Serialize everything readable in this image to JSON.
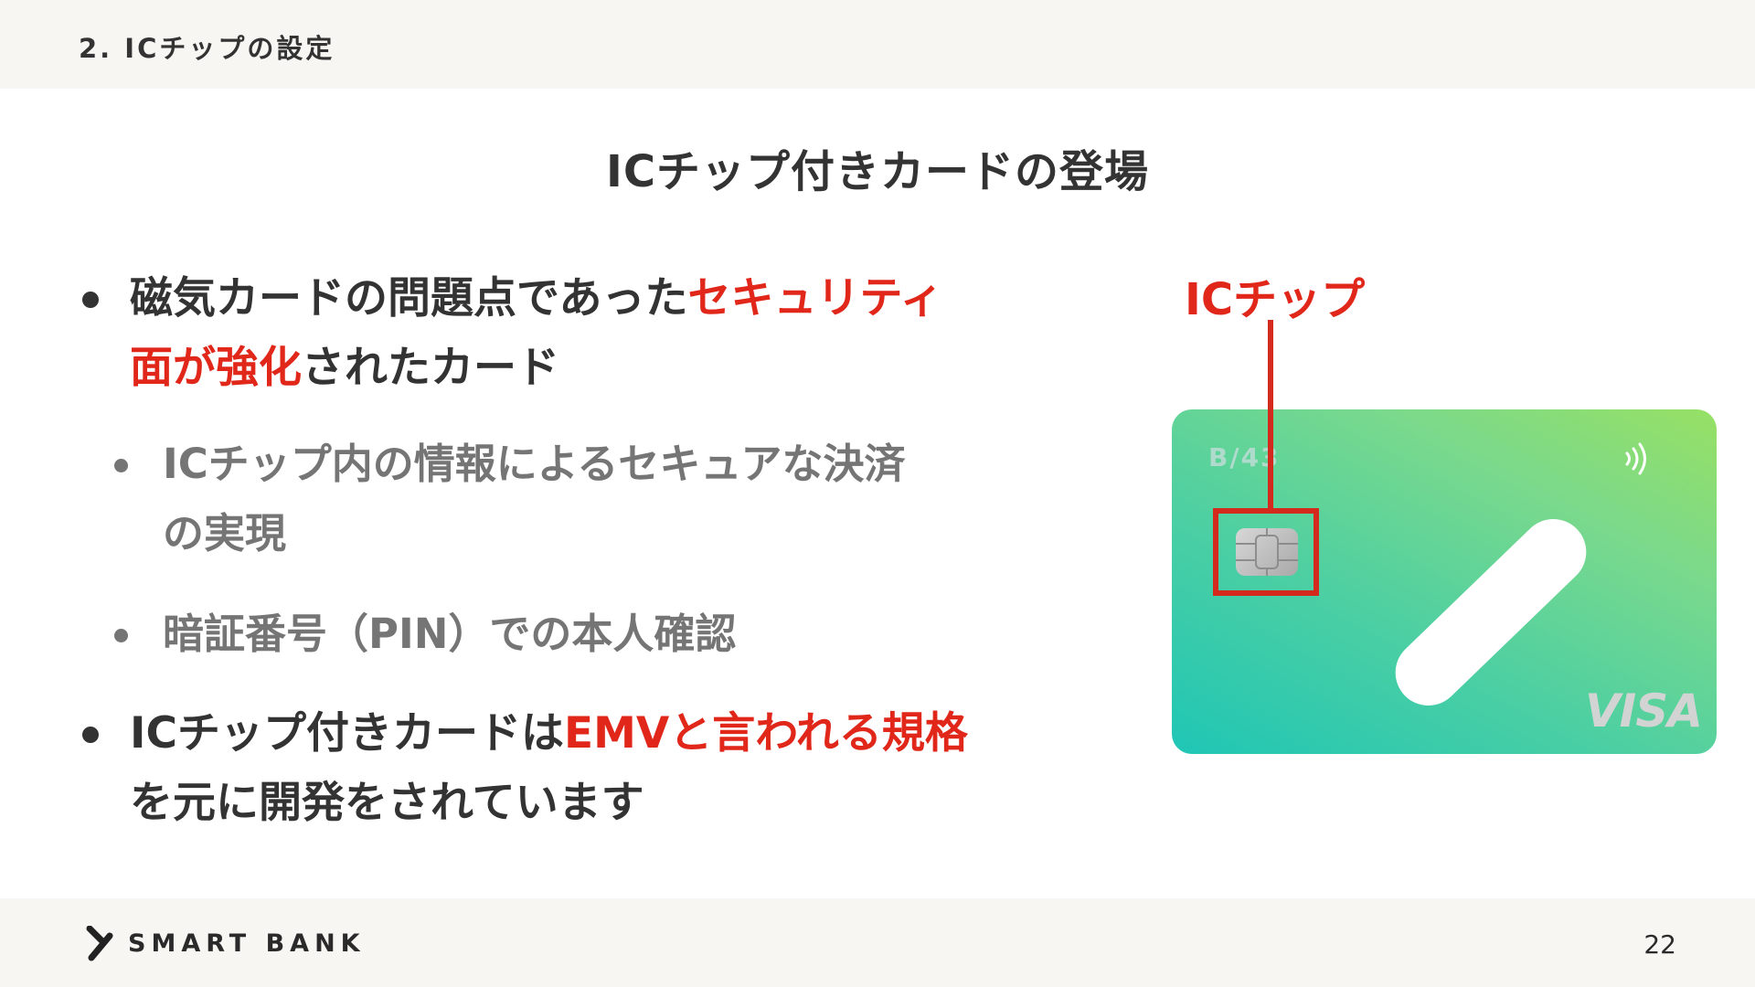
{
  "header": {
    "section_title": "2. ICチップの設定"
  },
  "slide": {
    "title": "ICチップ付きカードの登場",
    "bullets": {
      "b1": {
        "part1": "磁気カードの問題点であった",
        "highlight_line1": "セキュリティ",
        "highlight_line2": "面が強化",
        "part2": "されたカード"
      },
      "b1_sub1": {
        "line1": "ICチップ内の情報によるセキュアな決済",
        "line2": "の実現"
      },
      "b1_sub2": {
        "text": "暗証番号（PIN）での本人確認"
      },
      "b2": {
        "part1": "ICチップ付きカードは",
        "highlight": "EMVと言われる規格",
        "line2": "を元に開発をされています"
      }
    },
    "figure": {
      "callout_label": "ICチップ",
      "card_brand_text": "B/43",
      "card_network": "VISA",
      "nfc_icon": "contactless-icon",
      "chip_icon": "ic-chip-icon"
    }
  },
  "footer": {
    "brand": "SMART BANK",
    "page_number": "22"
  },
  "colors": {
    "accent_red": "#e0271a",
    "text_dark": "#333333",
    "text_gray": "#757575",
    "band_bg": "#f7f6f2"
  }
}
